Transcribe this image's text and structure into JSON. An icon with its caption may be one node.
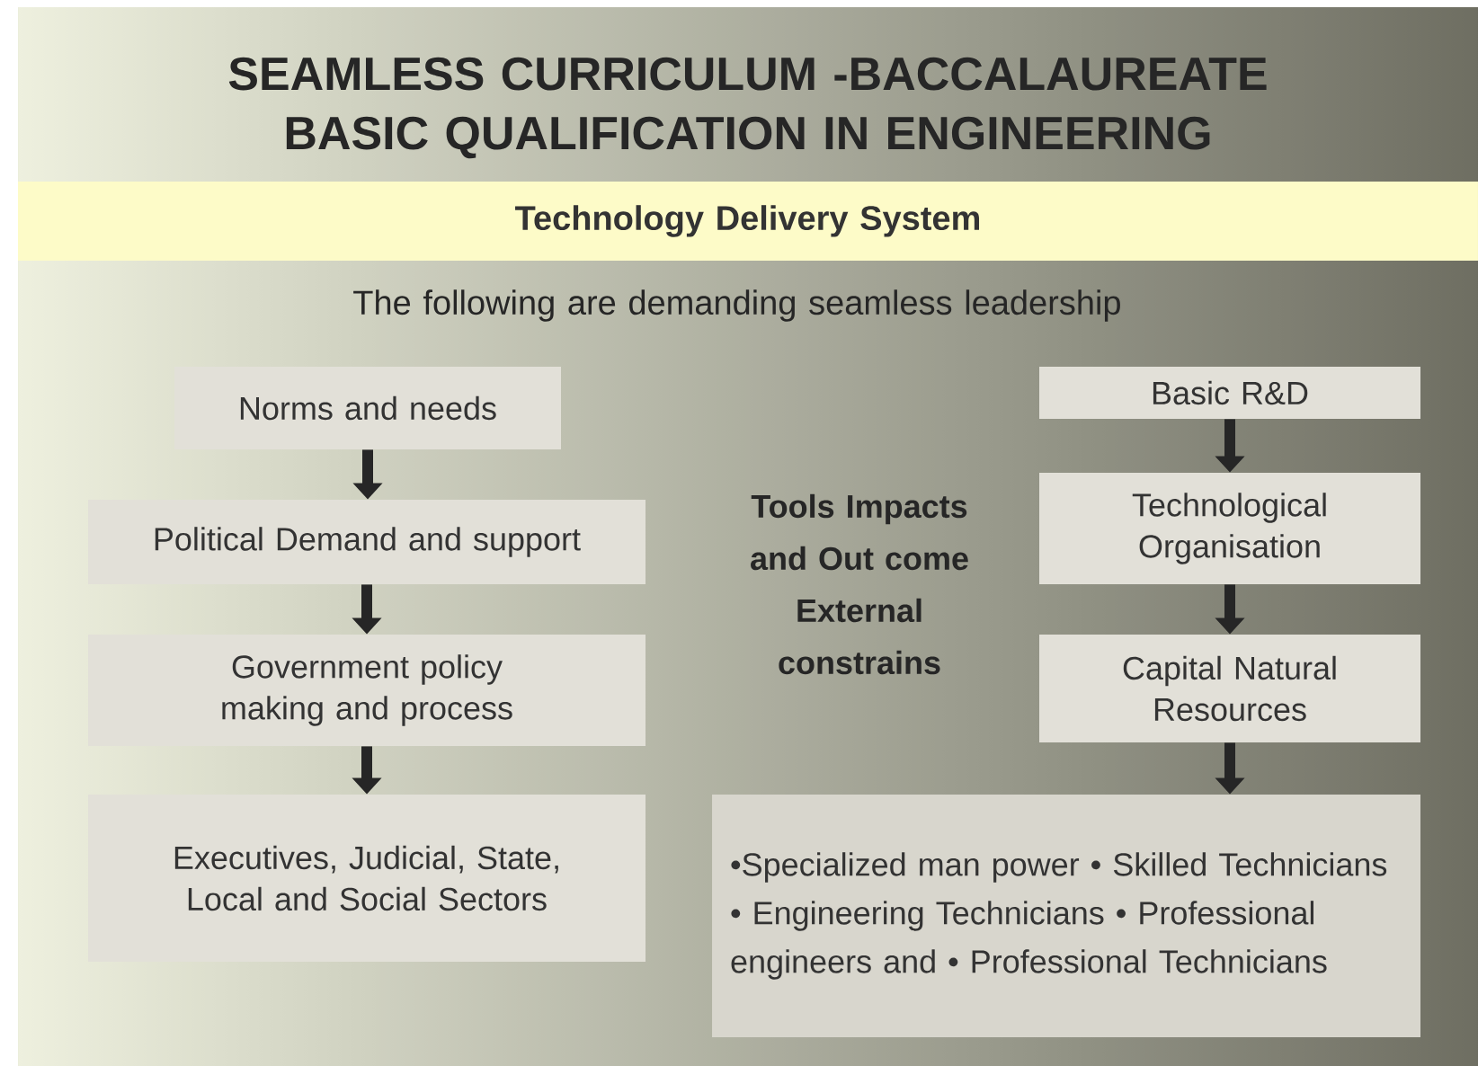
{
  "diagram": {
    "title": "SEAMLESS CURRICULUM -BACCALAUREATE BASIC QUALIFICATION IN ENGINEERING",
    "nodes": [
      {
        "text": [
          "Technology Delivery System"
        ]
      },
      {
        "text": [
          "Norms and needs"
        ]
      },
      {
        "text": [
          "Political Demand and support"
        ]
      },
      {
        "text": [
          "Government policy making and process"
        ]
      },
      {
        "text": [
          "Executives, Judicial, State, Local and Social Sectors"
        ]
      },
      {
        "text": [
          "Basic R&D"
        ]
      },
      {
        "text": [
          "Technological Organisation"
        ]
      },
      {
        "text": [
          "Capital Natural Resources"
        ]
      },
      {
        "text": [
          "•Specialized man power • Skilled Technicians • Engineering Technicians • Professional engineers and • Professional Technicians"
        ]
      }
    ],
    "edges": [
      {
        "from": 1,
        "to": 2,
        "arrow": "to"
      },
      {
        "from": 2,
        "to": 3,
        "arrow": "to"
      },
      {
        "from": 3,
        "to": 4,
        "arrow": "to"
      },
      {
        "from": 5,
        "to": 6,
        "arrow": "to"
      },
      {
        "from": 6,
        "to": 7,
        "arrow": "to"
      },
      {
        "from": 7,
        "to": 8,
        "arrow": "to"
      }
    ],
    "labels": [
      "The following are demanding seamless leadership",
      "Tools Impacts and Out come External constrains"
    ]
  }
}
